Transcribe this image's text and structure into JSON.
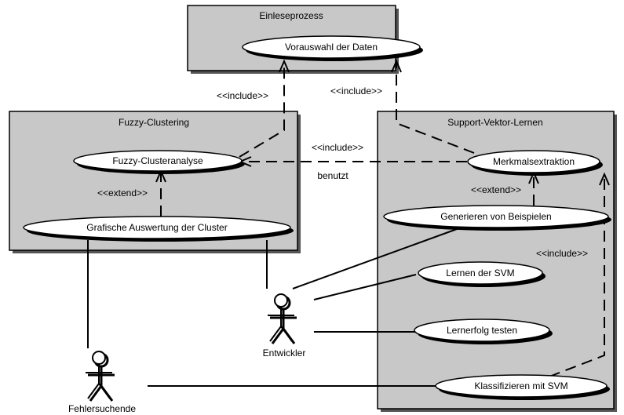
{
  "packages": {
    "einlese": "Einleseprozess",
    "fuzzy": "Fuzzy-Clustering",
    "svm": "Support-Vektor-Lernen"
  },
  "usecases": {
    "vorauswahl": "Vorauswahl der Daten",
    "fuzzy_analyse": "Fuzzy-Clusteranalyse",
    "grafische": "Grafische Auswertung der Cluster",
    "merkmal": "Merkmalsextraktion",
    "generieren": "Generieren von Beispielen",
    "lernen": "Lernen der SVM",
    "lernerfolg": "Lernerfolg testen",
    "klassifizieren": "Klassifizieren mit SVM"
  },
  "actors": {
    "entwickler": "Entwickler",
    "fehlersuchende": "Fehlersuchende"
  },
  "relations": {
    "include_fuzzy_vorauswahl": "<<include>>",
    "include_merkmal_vorauswahl": "<<include>>",
    "include_merkmal_fuzzy": "<<include>>",
    "benutzt": "benutzt",
    "extend_grafische": "<<extend>>",
    "extend_generieren": "<<extend>>",
    "include_klassifizieren": "<<include>>"
  }
}
